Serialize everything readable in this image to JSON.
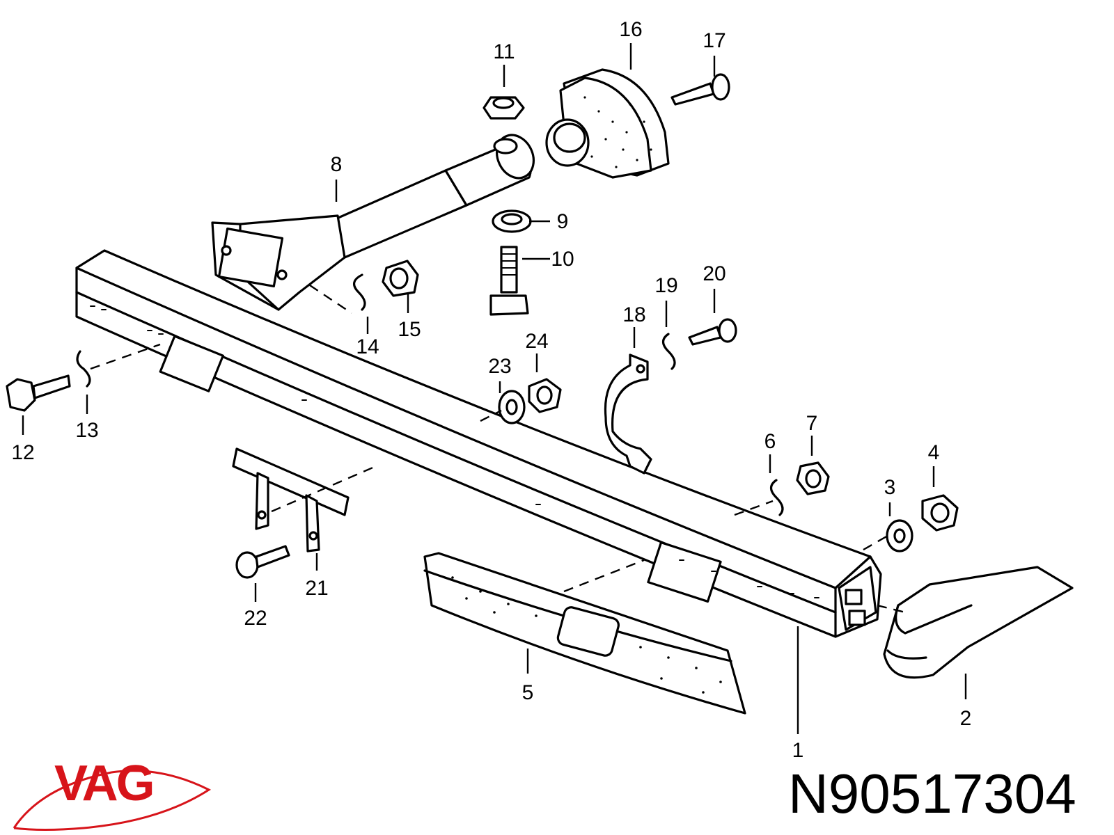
{
  "brand": {
    "logo_text": "VAG",
    "logo_color": "#d7141a"
  },
  "part_number": "N90517304",
  "callouts": [
    "1",
    "2",
    "3",
    "4",
    "5",
    "6",
    "7",
    "8",
    "9",
    "10",
    "11",
    "12",
    "13",
    "14",
    "15",
    "16",
    "17",
    "18",
    "19",
    "20",
    "21",
    "22",
    "23",
    "24"
  ]
}
